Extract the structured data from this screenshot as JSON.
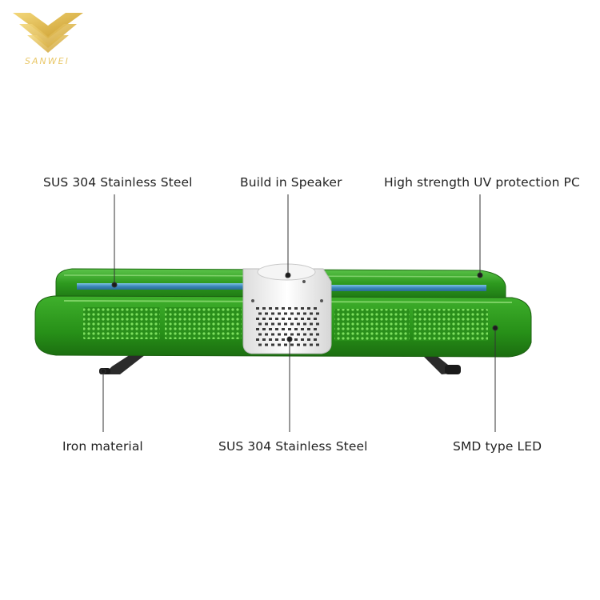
{
  "brand": {
    "name": "SANWEI",
    "logo_color": "#e2b84a"
  },
  "callouts": {
    "top_left": "SUS 304 Stainless Steel",
    "top_center": "Build in Speaker",
    "top_right": "High strength UV protection PC",
    "bottom_left": "Iron material",
    "bottom_center": "SUS 304 Stainless Steel",
    "bottom_right": "SMD type LED"
  },
  "product": {
    "description_icon": "green-led-lightbar-icon",
    "lens_color": "#2f9a22",
    "center_housing_color": "#f2f2f2",
    "rail_color": "#3a86b8"
  }
}
